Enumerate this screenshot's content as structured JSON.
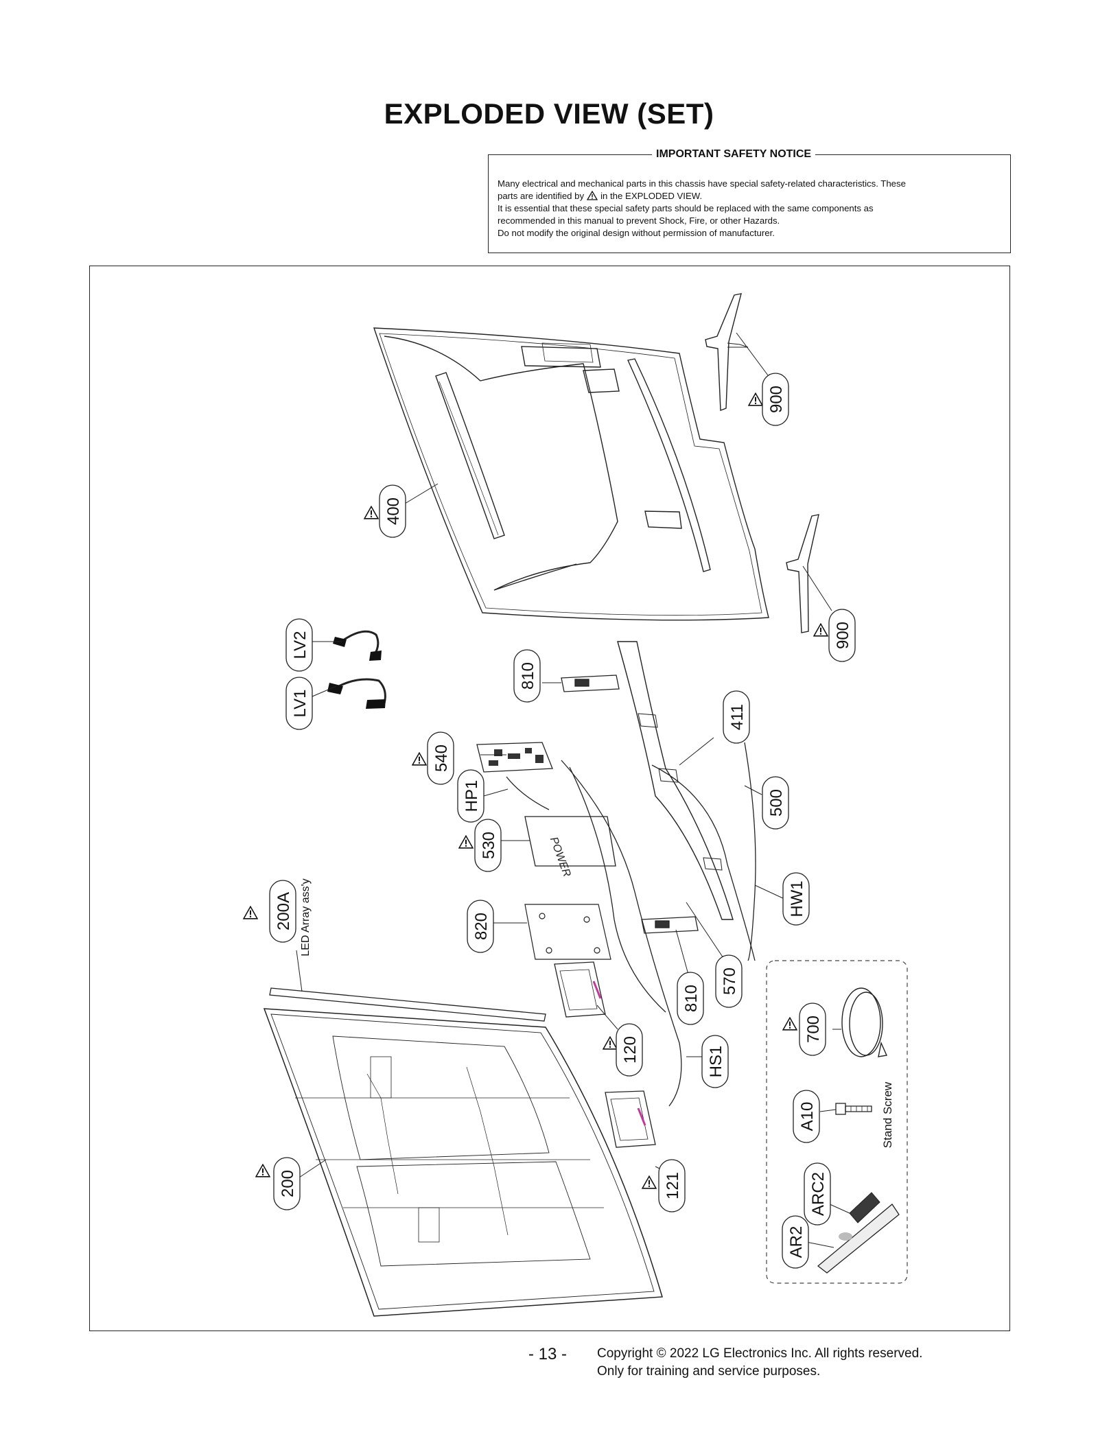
{
  "page_title": "EXPLODED VIEW (SET)",
  "safety_notice": {
    "title": "IMPORTANT SAFETY NOTICE",
    "line1": "Many electrical and mechanical parts in this chassis have special safety-related characteristics. These",
    "line2_before": "parts are identified by",
    "line2_after": "in the EXPLODED VIEW.",
    "line3": "It is essential that these special safety parts should be replaced with the same components as",
    "line4": "recommended in this manual to prevent Shock, Fire, or other Hazards.",
    "line5": "Do not modify the original design without permission of manufacturer."
  },
  "parts": {
    "p900a": "900",
    "p900b": "900",
    "p400": "400",
    "lv2": "LV2",
    "lv1": "LV1",
    "p810a": "810",
    "p411": "411",
    "p540": "540",
    "hp1": "HP1",
    "p500": "500",
    "p530": "530",
    "hw1": "HW1",
    "p200a": "200A",
    "led_array": "LED Array ass'y",
    "p820": "820",
    "p570": "570",
    "p810b": "810",
    "p120": "120",
    "hs1": "HS1",
    "p700": "700",
    "a10": "A10",
    "stand_screw": "Stand Screw",
    "p200": "200",
    "p121": "121",
    "arc2": "ARC2",
    "ar2": "AR2",
    "power_label": "POWER"
  },
  "footer": {
    "page_number": "- 13 -",
    "copyright_line1": "Copyright © 2022 LG Electronics Inc. All rights reserved.",
    "copyright_line2": "Only for training and service purposes."
  }
}
